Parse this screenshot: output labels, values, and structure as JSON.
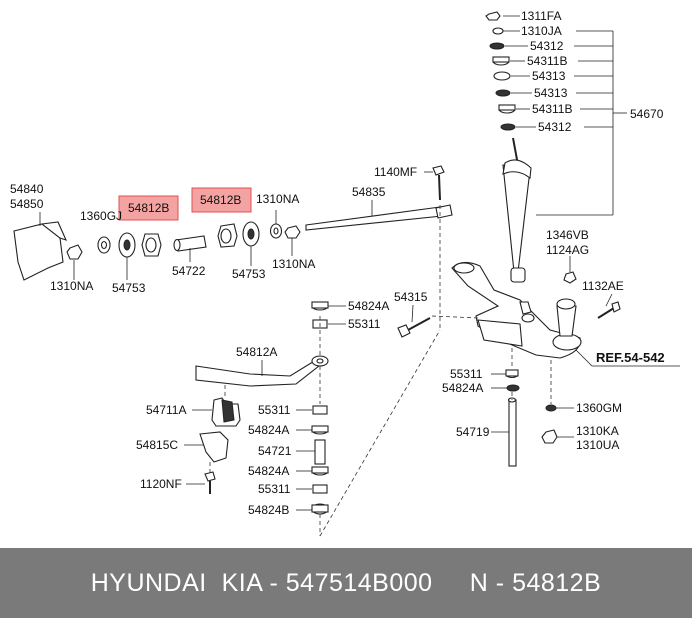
{
  "labels": {
    "l1311FA": "1311FA",
    "l1310JA": "1310JA",
    "l54312a": "54312",
    "l54311Ba": "54311B",
    "l54313a": "54313",
    "l54313b": "54313",
    "l54311Bb": "54311B",
    "l54312b": "54312",
    "l54670": "54670",
    "l1140MF": "1140MF",
    "l54835": "54835",
    "l54840": "54840",
    "l54850": "54850",
    "l1360GJ": "1360GJ",
    "l54812Ba": "54812B",
    "l54812Bb": "54812B",
    "l1310NAtop": "1310NA",
    "l1310NAleft": "1310NA",
    "l54753a": "54753",
    "l54722": "54722",
    "l54753b": "54753",
    "l1310NAright": "1310NA",
    "l1346VB": "1346VB",
    "l1124AG": "1124AG",
    "l1132AE": "1132AE",
    "l54315": "54315",
    "l54824Aa": "54824A",
    "l55311a": "55311",
    "lref": "REF.54-542",
    "l54812A": "54812A",
    "l55311b": "55311",
    "l54824Ab": "54824A",
    "l54711A": "54711A",
    "l55311c": "55311",
    "l1360GM": "1360GM",
    "l54824Ac": "54824A",
    "l54719": "54719",
    "l1310KA": "1310KA",
    "l1310UA": "1310UA",
    "l54815C": "54815C",
    "l54721": "54721",
    "l54824Ad": "54824A",
    "l1120NF": "1120NF",
    "l55311d": "55311",
    "l54824B": "54824B"
  },
  "colors": {
    "highlight_fill": "#f4a3a3",
    "highlight_stroke": "#e05050",
    "footer_bg": "#7a7a7a",
    "footer_text": "#ffffff"
  },
  "footer": {
    "text": "HYUNDAI  KIA - 547514B000     N - 54812B"
  }
}
